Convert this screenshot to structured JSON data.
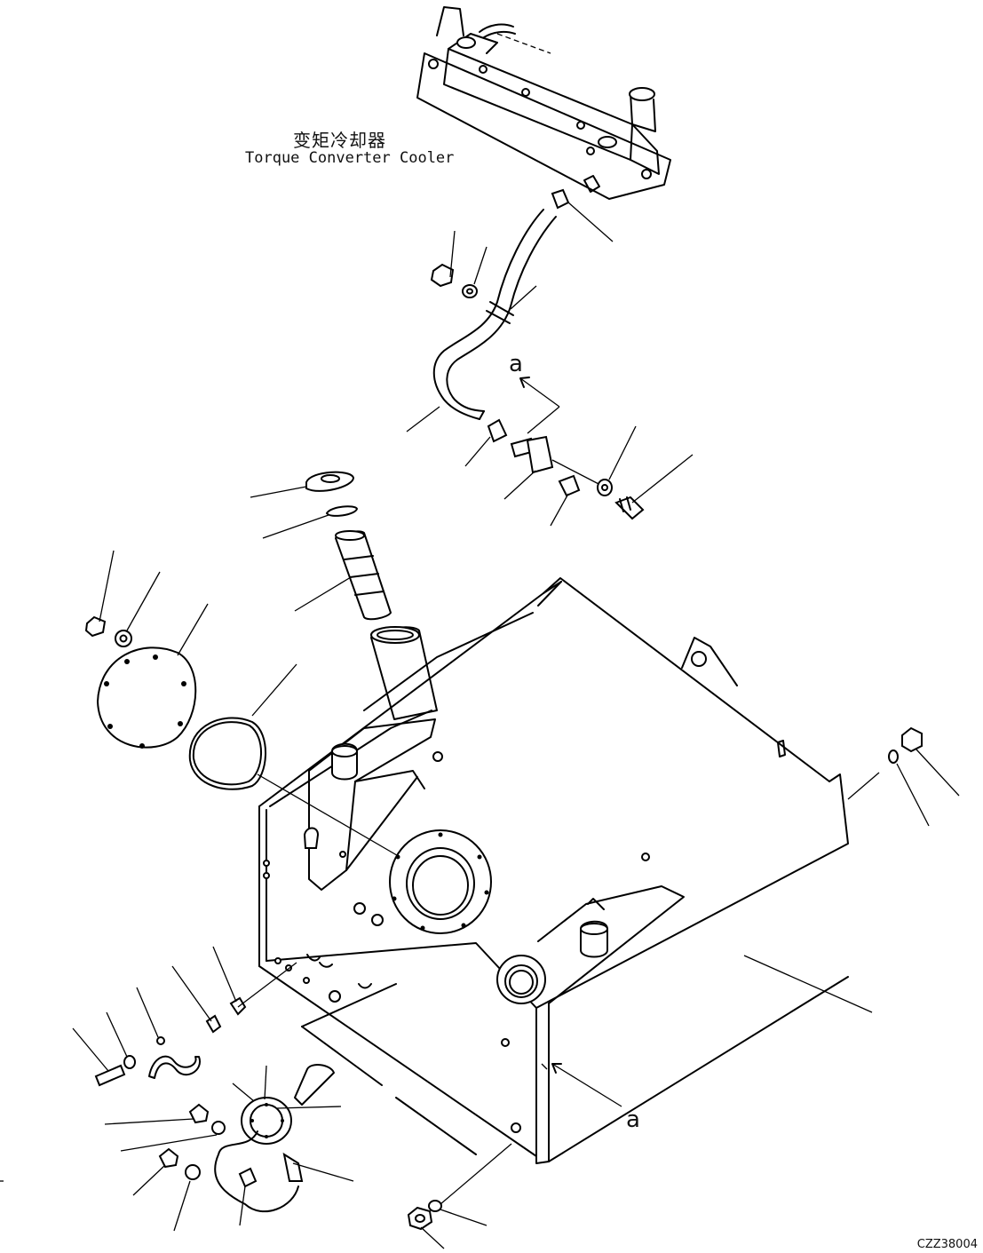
{
  "labels": {
    "cooler_cn": "变矩冷却器",
    "cooler_en": "Torque Converter Cooler",
    "view_ref_top": "a",
    "view_ref_bottom": "a",
    "drawing_code": "CZZ38004"
  },
  "colors": {
    "line": "#000000",
    "background": "#ffffff"
  }
}
